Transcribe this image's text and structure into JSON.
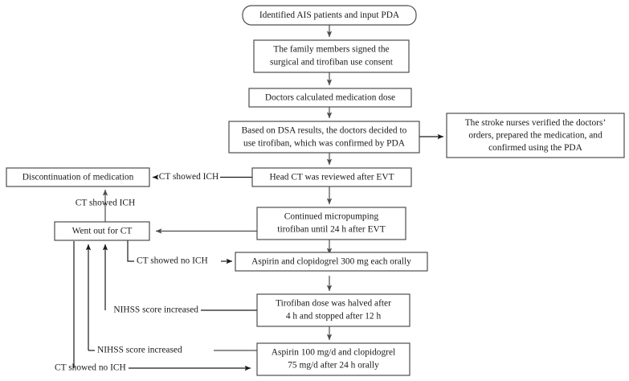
{
  "diagram": {
    "title": "AIS tirofiban management workflow",
    "type": "flowchart",
    "colors": {
      "box_stroke": "#4d4d4d",
      "line": "#4d4d4d",
      "arrow_dark": "#1a1a1a",
      "text": "#1a1a1a",
      "background": "#ffffff"
    },
    "nodes": [
      {
        "id": "start",
        "shape": "rounded",
        "lines": [
          "Identified AIS patients and input PDA"
        ]
      },
      {
        "id": "consent",
        "shape": "rect",
        "lines": [
          "The family members signed the",
          "surgical and tirofiban use consent"
        ]
      },
      {
        "id": "dose",
        "shape": "rect",
        "lines": [
          "Doctors calculated medication dose"
        ]
      },
      {
        "id": "dsa",
        "shape": "rect",
        "lines": [
          "Based on DSA results, the doctors decided to",
          "use tirofiban, which was confirmed by PDA"
        ]
      },
      {
        "id": "nurses",
        "shape": "rect",
        "lines": [
          "The stroke nurses verified the doctors’",
          "orders, prepared the medication, and",
          "confirmed using the PDA"
        ]
      },
      {
        "id": "headct",
        "shape": "rect",
        "lines": [
          "Head CT was reviewed after EVT"
        ]
      },
      {
        "id": "discontinue",
        "shape": "rect",
        "lines": [
          "Discontinuation of medication"
        ]
      },
      {
        "id": "micropump",
        "shape": "rect",
        "lines": [
          "Continued micropumping",
          "tirofiban until 24 h after EVT"
        ]
      },
      {
        "id": "wentout",
        "shape": "rect",
        "lines": [
          "Went out for CT"
        ]
      },
      {
        "id": "aspirin300",
        "shape": "rect",
        "lines": [
          "Aspirin and clopidogrel 300 mg each orally"
        ]
      },
      {
        "id": "halved",
        "shape": "rect",
        "lines": [
          "Tirofiban dose was halved after",
          "4 h and stopped after 12 h"
        ]
      },
      {
        "id": "aspirin100",
        "shape": "rect",
        "lines": [
          "Aspirin 100 mg/d and clopidogrel",
          "75 mg/d after 24 h orally"
        ]
      }
    ],
    "edge_labels": [
      {
        "id": "ich-top",
        "text": "CT showed ICH"
      },
      {
        "id": "ich-left",
        "text": "CT showed ICH"
      },
      {
        "id": "no-ich-mid",
        "text": "CT showed no ICH"
      },
      {
        "id": "nihss-mid",
        "text": "NIHSS score increased"
      },
      {
        "id": "nihss-low",
        "text": "NIHSS score increased"
      },
      {
        "id": "no-ich-bottom",
        "text": "CT showed no ICH"
      }
    ]
  }
}
